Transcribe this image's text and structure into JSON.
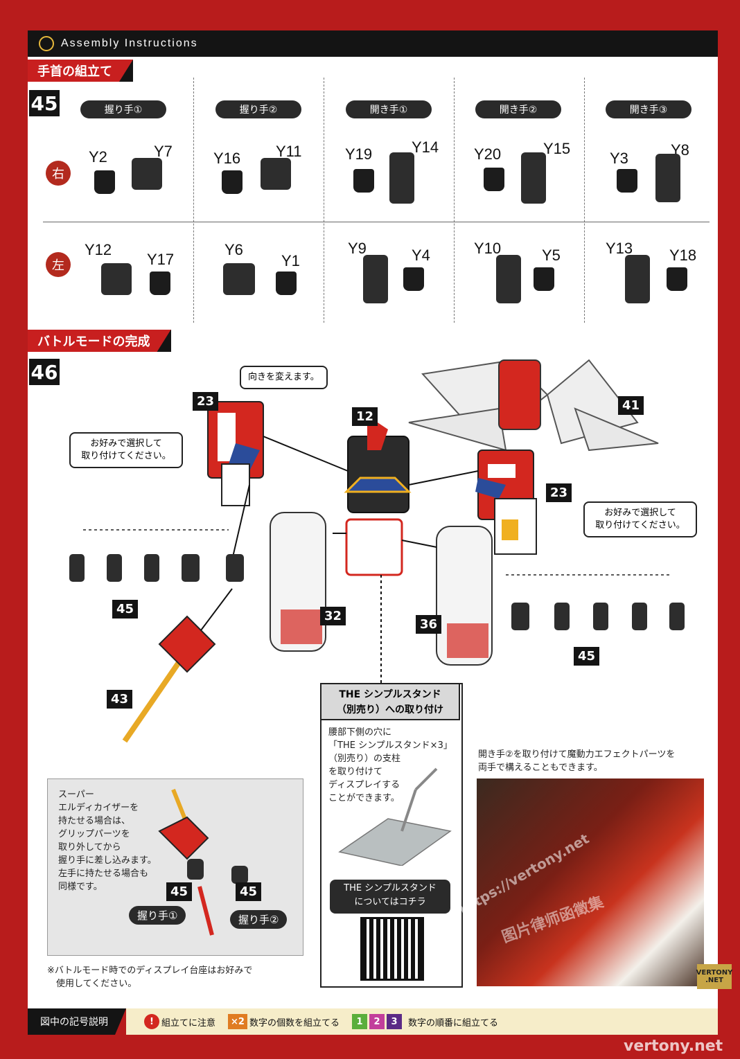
{
  "header": {
    "title": "Assembly Instructions"
  },
  "section1": {
    "title": "手首の組立て",
    "step": "45",
    "row_right": "右",
    "row_left": "左",
    "columns": [
      {
        "label": "握り手①",
        "right_a": "Y2",
        "right_b": "Y7",
        "left_a": "Y12",
        "left_b": "Y17"
      },
      {
        "label": "握り手②",
        "right_a": "Y16",
        "right_b": "Y11",
        "left_a": "Y6",
        "left_b": "Y1"
      },
      {
        "label": "開き手①",
        "right_a": "Y19",
        "right_b": "Y14",
        "left_a": "Y9",
        "left_b": "Y4"
      },
      {
        "label": "開き手②",
        "right_a": "Y20",
        "right_b": "Y15",
        "left_a": "Y10",
        "left_b": "Y5"
      },
      {
        "label": "開き手③",
        "right_a": "Y3",
        "right_b": "Y8",
        "left_a": "Y13",
        "left_b": "Y18"
      }
    ]
  },
  "section2": {
    "title": "バトルモードの完成",
    "step": "46",
    "callout_turn": "向きを変えます。",
    "callout_choose_left": "お好みで選択して\n取り付けてください。",
    "callout_choose_right": "お好みで選択して\n取り付けてください。",
    "parts": {
      "p23a": "23",
      "p12": "12",
      "p41": "41",
      "p23b": "23",
      "p45a": "45",
      "p32": "32",
      "p36": "36",
      "p45b": "45",
      "p43": "43"
    },
    "sword_note": "スーパー\nエルディカイザーを\n持たせる場合は、\nグリップパーツを\n取り外してから\n握り手に差し込みます。\n左手に持たせる場合も\n同様です。",
    "grip1_num": "45",
    "grip1_label": "握り手①",
    "grip2_num": "45",
    "grip2_label": "握り手②",
    "stand_title": "THE シンプルスタンド\n（別売り）への取り付け",
    "stand_text": "腰部下側の穴に\n「THE シンプルスタンド×3」\n（別売り）の支柱\nを取り付けて\nディスプレイする\nことができます。",
    "stand_link": "THE シンプルスタンド\nについてはコチラ",
    "photo_note": "開き手②を取り付けて魔動力エフェクトパーツを\n両手で構えることもできます。",
    "display_note": "※バトルモード時でのディスプレイ台座はお好みで\n　使用してください。"
  },
  "legend": {
    "title": "図中の記号説明",
    "caution": "組立てに注意",
    "count_symbol": "×2",
    "count": "数字の個数を組立てる",
    "order_1": "1",
    "order_2": "2",
    "order_3": "3",
    "order": "数字の順番に組立てる"
  },
  "watermarks": {
    "site": "vertony.net",
    "badge": "VERTONY .NET",
    "url": "https://vertony.net",
    "cn": "图片律师函徵集"
  },
  "colors": {
    "frame": "#b81c1c",
    "accent": "#c81f1f",
    "dark": "#141414",
    "legend_bg": "#f6edc9"
  }
}
